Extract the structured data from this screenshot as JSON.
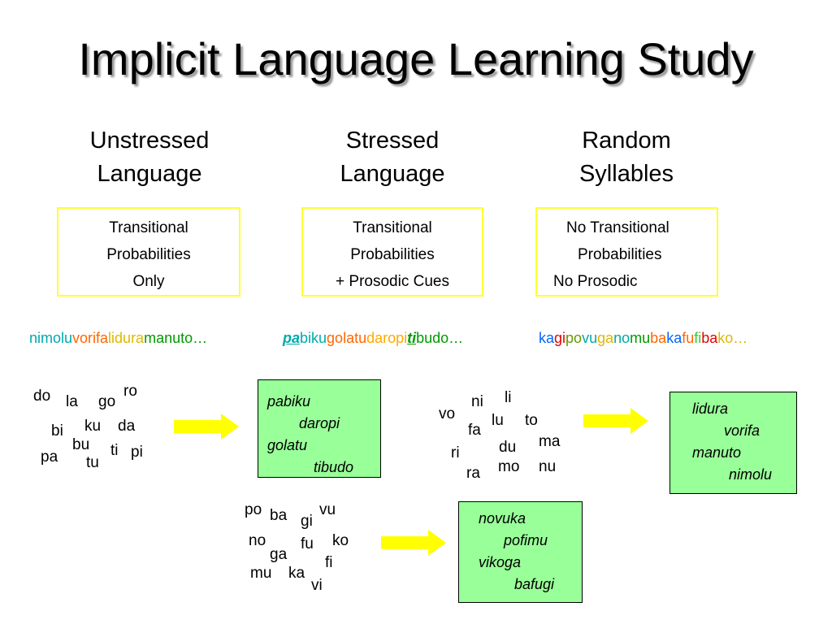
{
  "title": "Implicit Language Learning Study",
  "columns": [
    {
      "heading_line1": "Unstressed",
      "heading_line2": "Language",
      "box": [
        "Transitional",
        "Probabilities",
        "Only"
      ]
    },
    {
      "heading_line1": "Stressed",
      "heading_line2": "Language",
      "box": [
        "Transitional",
        "Probabilities",
        "+ Prosodic Cues"
      ]
    },
    {
      "heading_line1": "Random",
      "heading_line2": "Syllables",
      "box": [
        "No Transitional",
        "Probabilities",
        "No Prosodic"
      ]
    }
  ],
  "sequences": {
    "unstressed": [
      "nimolu",
      "vorifa",
      "lidura",
      "manuto…"
    ],
    "stressed": [
      "pa",
      "biku",
      "golatu",
      "daropi",
      "ti",
      "budo…"
    ],
    "random": [
      "ka",
      "gi",
      "po",
      "vu",
      "ga",
      "no",
      "mu",
      "ba",
      "ka",
      "fu",
      "fi",
      "ba",
      "ko…"
    ]
  },
  "syllable_groups": {
    "group1": [
      "do",
      "la",
      "go",
      "ro",
      "bi",
      "ku",
      "da",
      "bu",
      "ti",
      "pi",
      "pa",
      "tu"
    ],
    "group2": [
      "ni",
      "li",
      "vo",
      "fa",
      "lu",
      "to",
      "ri",
      "du",
      "ma",
      "ra",
      "mo",
      "nu"
    ],
    "group3": [
      "po",
      "ba",
      "gi",
      "vu",
      "no",
      "fu",
      "ko",
      "ga",
      "fi",
      "mu",
      "ka",
      "vi"
    ]
  },
  "word_boxes": {
    "box1": [
      "pabiku",
      "daropi",
      "golatu",
      "tibudo"
    ],
    "box2": [
      "lidura",
      "vorifa",
      "manuto",
      "nimolu"
    ],
    "box3": [
      "novuka",
      "pofimu",
      "vikoga",
      "bafugi"
    ]
  },
  "colors": {
    "box_border": "#ffff33",
    "word_box_fill": "#99ff99",
    "arrow": "#ffff00"
  }
}
